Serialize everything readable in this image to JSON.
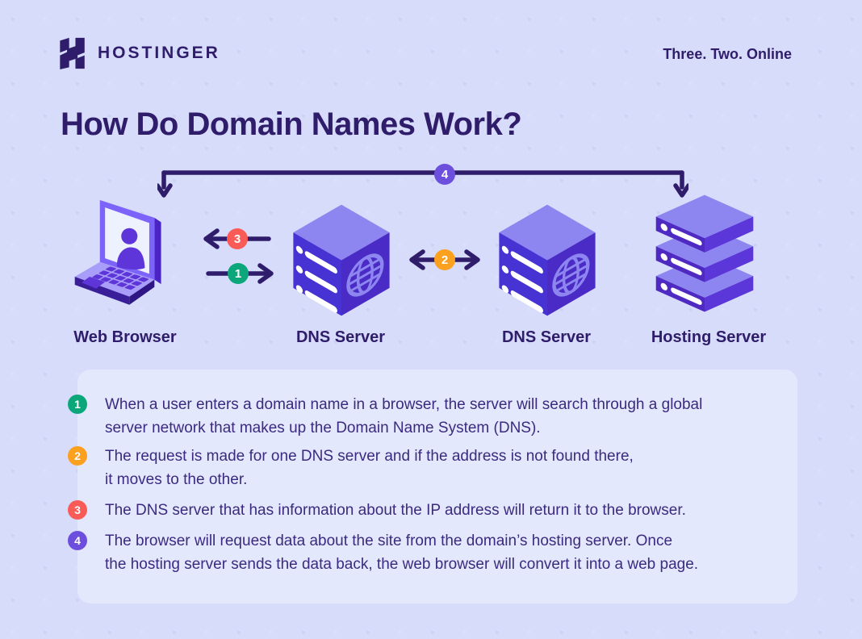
{
  "header": {
    "logo_text": "HOSTINGER",
    "tagline": "Three. Two. Online"
  },
  "title": "How Do Domain Names Work?",
  "diagram": {
    "nodes": [
      {
        "label": "Web Browser",
        "icon": "laptop-icon"
      },
      {
        "label": "DNS Server",
        "icon": "server-cube-icon"
      },
      {
        "label": "DNS Server",
        "icon": "server-cube-icon"
      },
      {
        "label": "Hosting Server",
        "icon": "server-stack-icon"
      }
    ],
    "arrows": [
      {
        "number": "1",
        "color": "#0ba77b",
        "direction": "right"
      },
      {
        "number": "2",
        "color": "#fca01f",
        "direction": "both"
      },
      {
        "number": "3",
        "color": "#fa5b57",
        "direction": "left"
      },
      {
        "number": "4",
        "color": "#6c4fdc",
        "direction": "down-both-ends"
      }
    ]
  },
  "steps": [
    {
      "number": "1",
      "color": "#0ba77b",
      "text": "When a user enters a domain name in a browser, the server will search through a global\nserver network that makes up the Domain Name System (DNS)."
    },
    {
      "number": "2",
      "color": "#fca01f",
      "text": "The request is made for one DNS server and if the address is not found there,\nit moves to the other."
    },
    {
      "number": "3",
      "color": "#fa5b57",
      "text": "The DNS server that has information about the IP address will return it to the browser."
    },
    {
      "number": "4",
      "color": "#6c4fdc",
      "text": "The browser will request data about the site from the domain’s hosting server. Once\nthe hosting server sends the data back, the web browser will convert it into a web page."
    }
  ],
  "colors": {
    "background": "#d7dcfa",
    "panel": "#e4e8fc",
    "brand_dark": "#2f1c6a",
    "body_text": "#3b2a80",
    "icon_light_purple": "#8e86f0",
    "icon_mid_purple": "#7c63fa",
    "icon_dark_purple": "#4733d4",
    "icon_deep_purple": "#4b2bc6",
    "sparkle_dark": "#c9d0f6",
    "sparkle_light": "#dde2fc"
  }
}
